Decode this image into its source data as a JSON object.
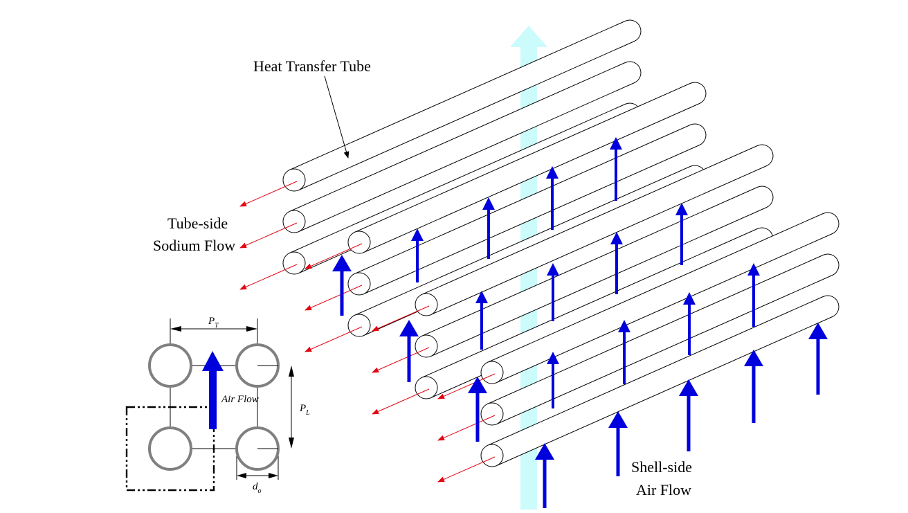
{
  "labels": {
    "heat_transfer_tube": "Heat Transfer Tube",
    "tube_side_line1": "Tube-side",
    "tube_side_line2": "Sodium Flow",
    "shell_side_line1": "Shell-side",
    "shell_side_line2": "Air Flow",
    "inset_air_flow": "Air Flow"
  },
  "pitch_labels": {
    "transverse_main": "P",
    "transverse_sub": "T",
    "longitudinal_main": "P",
    "longitudinal_sub": "L",
    "diameter_main": "d",
    "diameter_sub": "o"
  },
  "colors": {
    "sodium_flow": "#e30613",
    "air_flow": "#0000dd",
    "main_air_column": "#ccfbfb",
    "tube_outline": "#000000",
    "inset_tube": "#808080"
  }
}
